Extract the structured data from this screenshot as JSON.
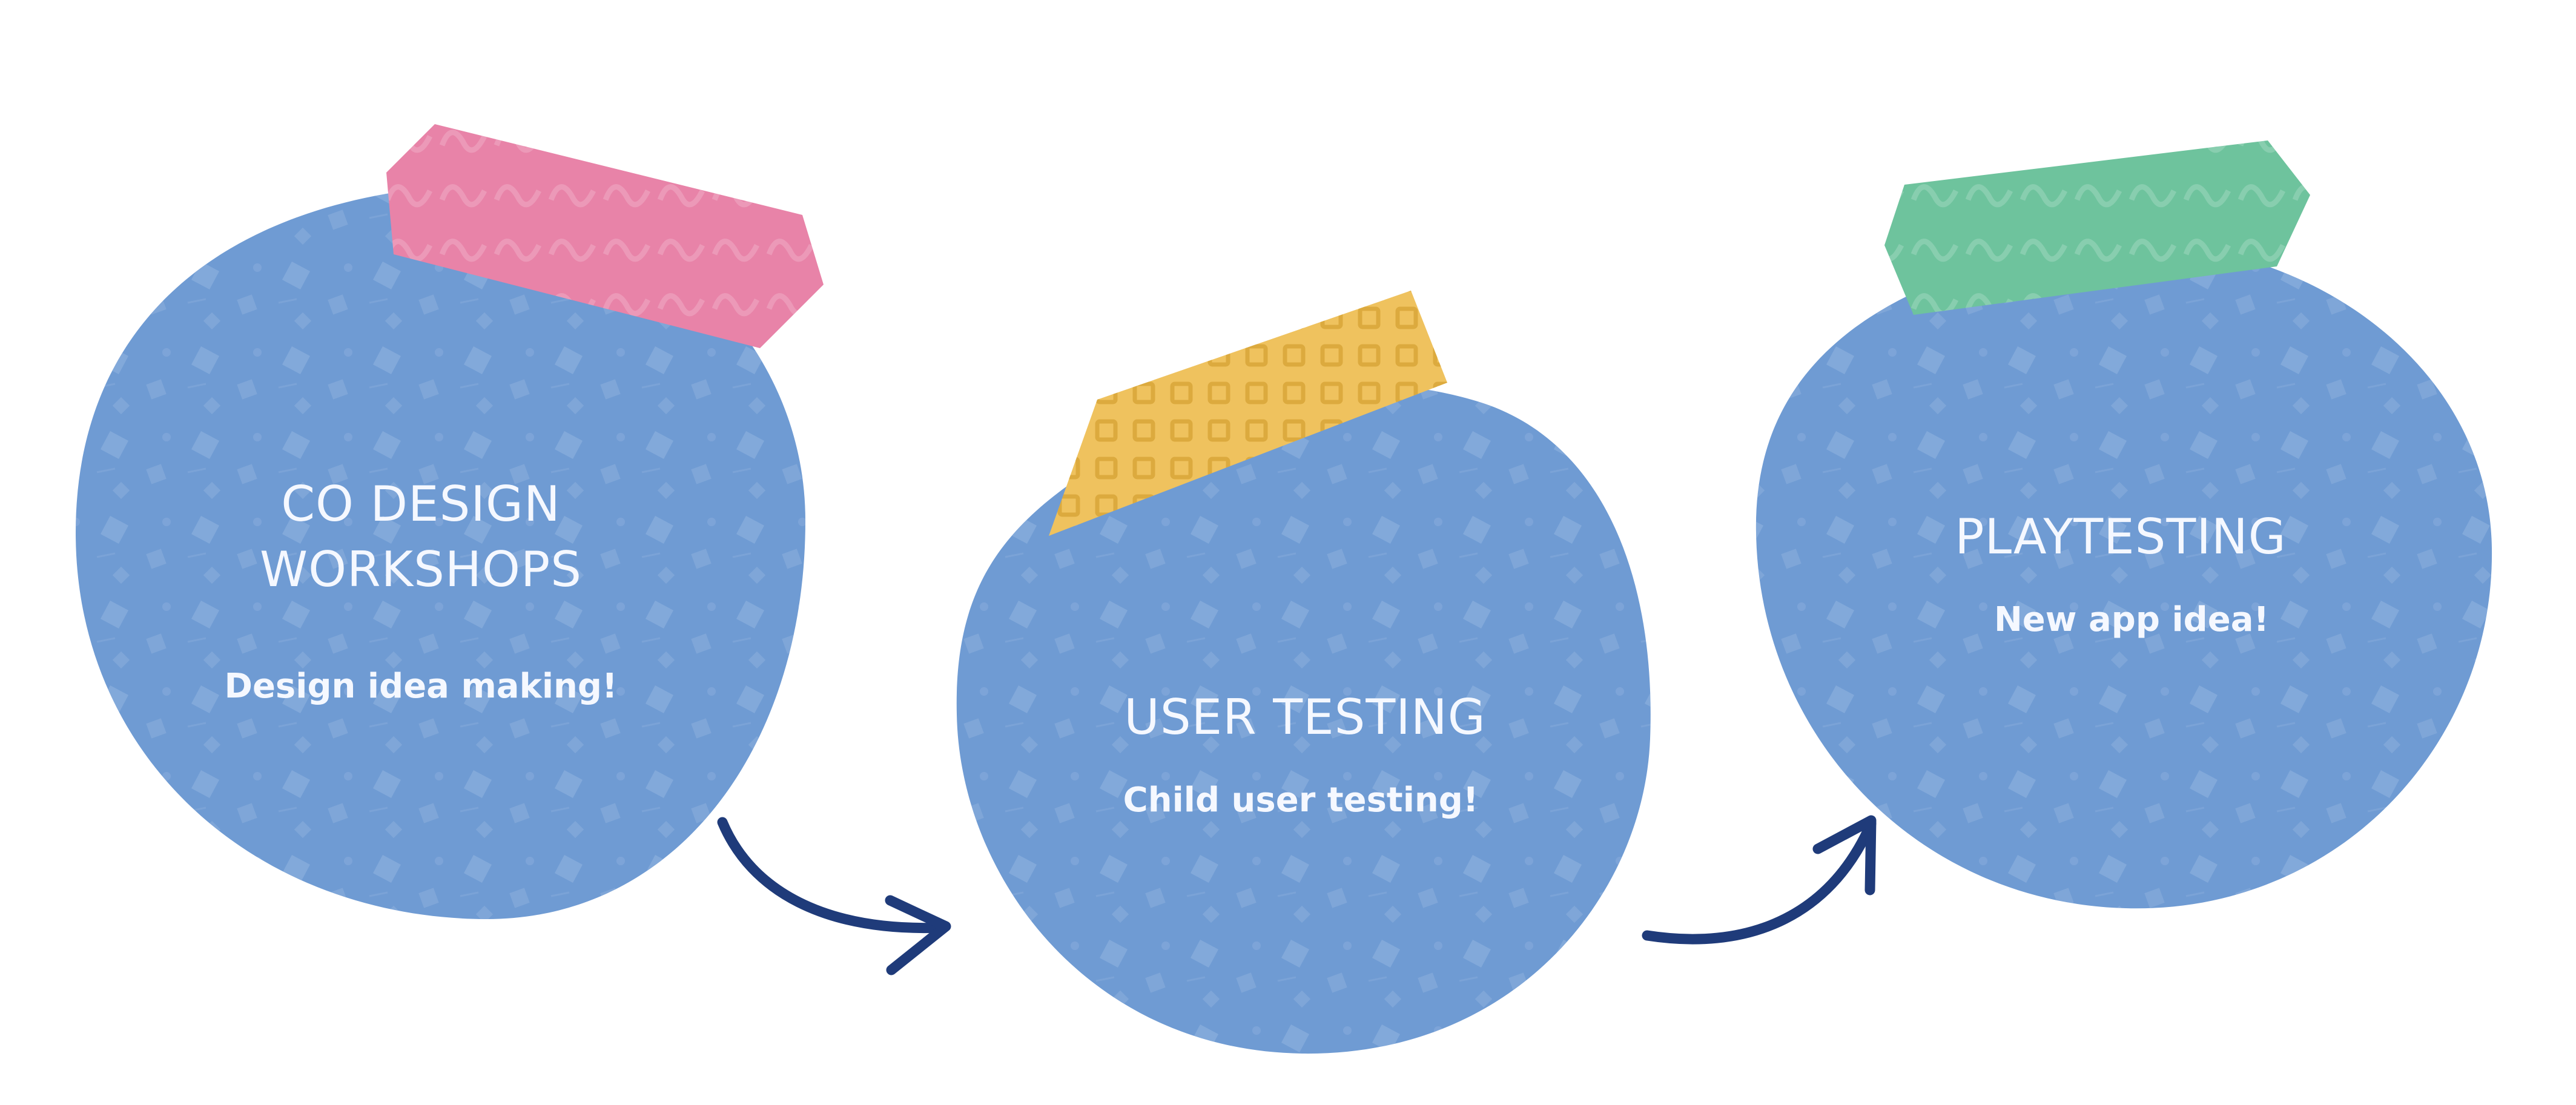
{
  "colors": {
    "background": "#ffffff",
    "blob": "#6f9bd3",
    "blob_pattern": "#a7c1e6",
    "text": "#f5f8ff",
    "arrow": "#1f3b7a",
    "tape_pink": "#e883a8",
    "tape_yellow": "#efc25e",
    "tape_green": "#6ec39d"
  },
  "steps": [
    {
      "title_lines": [
        "CO DESIGN",
        "WORKSHOPS"
      ],
      "subtitle": "Design idea making!",
      "tape_color": "pink"
    },
    {
      "title_lines": [
        "USER TESTING"
      ],
      "subtitle": "Child user testing!",
      "tape_color": "yellow"
    },
    {
      "title_lines": [
        "PLAYTESTING"
      ],
      "subtitle": "New app idea!",
      "tape_color": "green"
    }
  ],
  "arrows": [
    {
      "from": "CO DESIGN WORKSHOPS",
      "to": "USER TESTING",
      "icon": "curved-arrow-icon"
    },
    {
      "from": "USER TESTING",
      "to": "PLAYTESTING",
      "icon": "curved-arrow-icon"
    }
  ]
}
